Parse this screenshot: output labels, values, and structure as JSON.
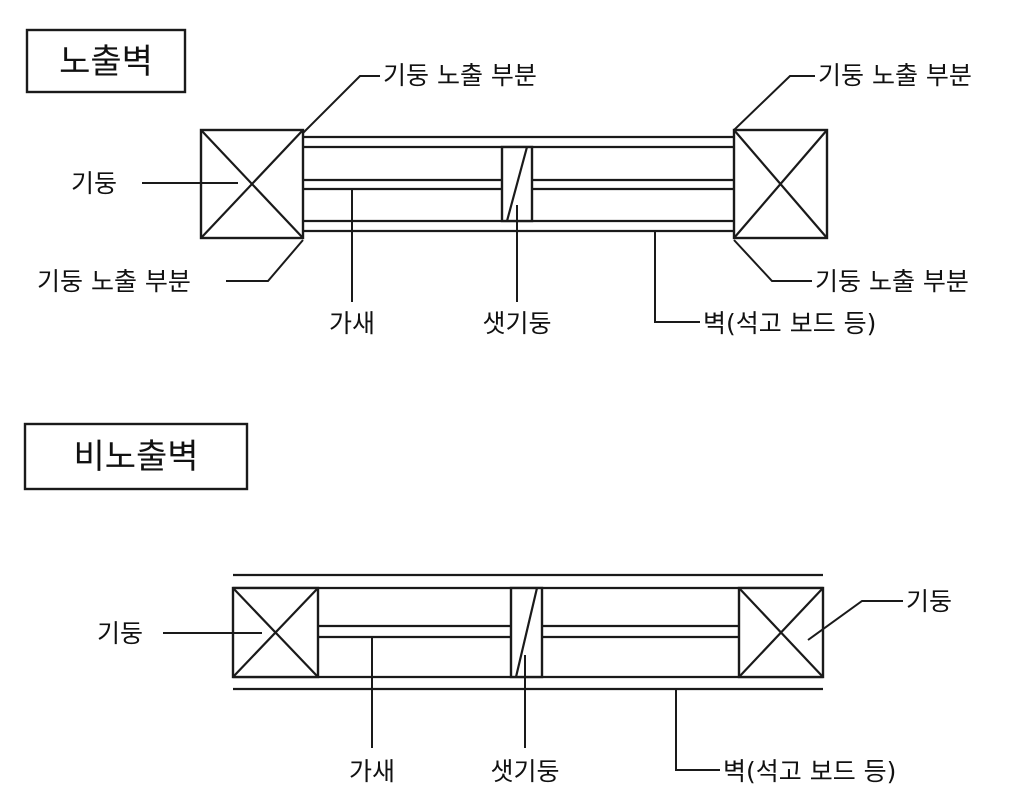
{
  "exposed": {
    "title": "노출벽",
    "column_exposed_tl": "기둥 노출 부분",
    "column_exposed_tr": "기둥 노출 부분",
    "column_exposed_bl": "기둥 노출 부분",
    "column_exposed_br": "기둥 노출 부분",
    "column": "기둥",
    "girt": "가새",
    "stud": "샛기둥",
    "wall": "벽(석고 보드 등)"
  },
  "non_exposed": {
    "title": "비노출벽",
    "column_left": "기둥",
    "column_right": "기둥",
    "girt": "가새",
    "stud": "샛기둥",
    "wall": "벽(석고 보드 등)"
  }
}
